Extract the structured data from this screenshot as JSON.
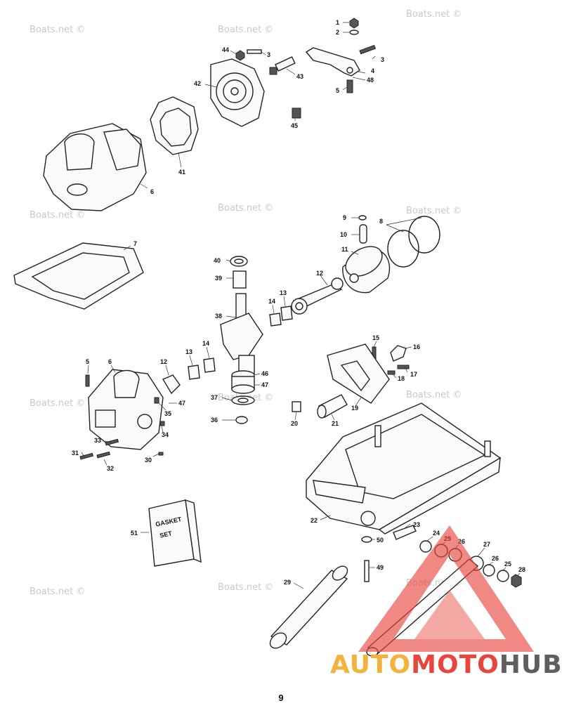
{
  "watermarks": [
    "Boats.net ©",
    "Boats.net ©",
    "Boats.net ©",
    "Boats.net ©",
    "Boats.net ©",
    "Boats.net ©",
    "Boats.net ©",
    "Boats.net ©",
    "Boats.net ©",
    "Boats.net ©",
    "Boats.net ©",
    "Boats.net ©"
  ],
  "kit_box_text": [
    "GASKET",
    "SET"
  ],
  "page_number": "9",
  "brand": {
    "part1": "AUTO",
    "part2": "MOTO",
    "part3": "HUB"
  },
  "colors": {
    "logo_red": "#e8453d",
    "logo_yellow": "#f3b23b",
    "logo_gray": "#5f5f5f",
    "watermark": "#c9c9c9"
  },
  "callouts": [
    "1",
    "2",
    "3",
    "44",
    "3",
    "43",
    "4",
    "48",
    "5",
    "42",
    "45",
    "41",
    "6",
    "7",
    "9",
    "8",
    "10",
    "11",
    "40",
    "12",
    "39",
    "13",
    "14",
    "38",
    "15",
    "16",
    "17",
    "18",
    "5",
    "6",
    "12",
    "13",
    "14",
    "46",
    "47",
    "37",
    "19",
    "36",
    "20",
    "21",
    "47",
    "35",
    "34",
    "33",
    "31",
    "32",
    "30",
    "22",
    "23",
    "51",
    "50",
    "24",
    "25",
    "26",
    "27",
    "26",
    "25",
    "28",
    "49",
    "29"
  ]
}
